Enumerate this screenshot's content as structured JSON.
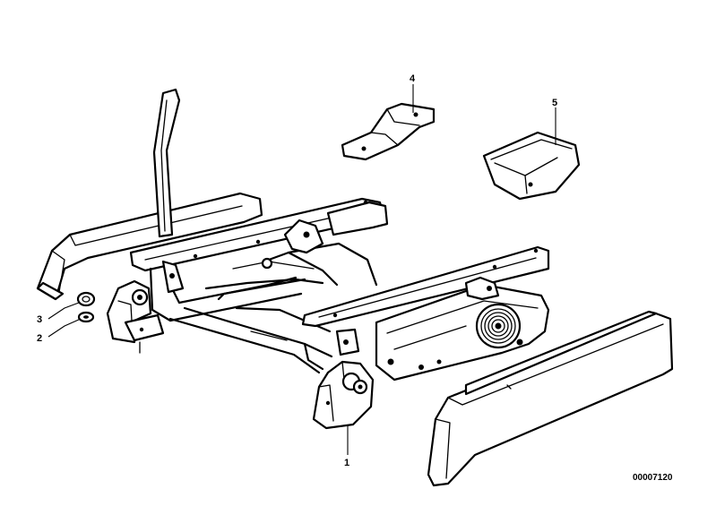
{
  "callouts": {
    "part1": "1",
    "part2": "2",
    "part3": "3",
    "part4": "4",
    "part5": "5"
  },
  "document_number": "00007120"
}
